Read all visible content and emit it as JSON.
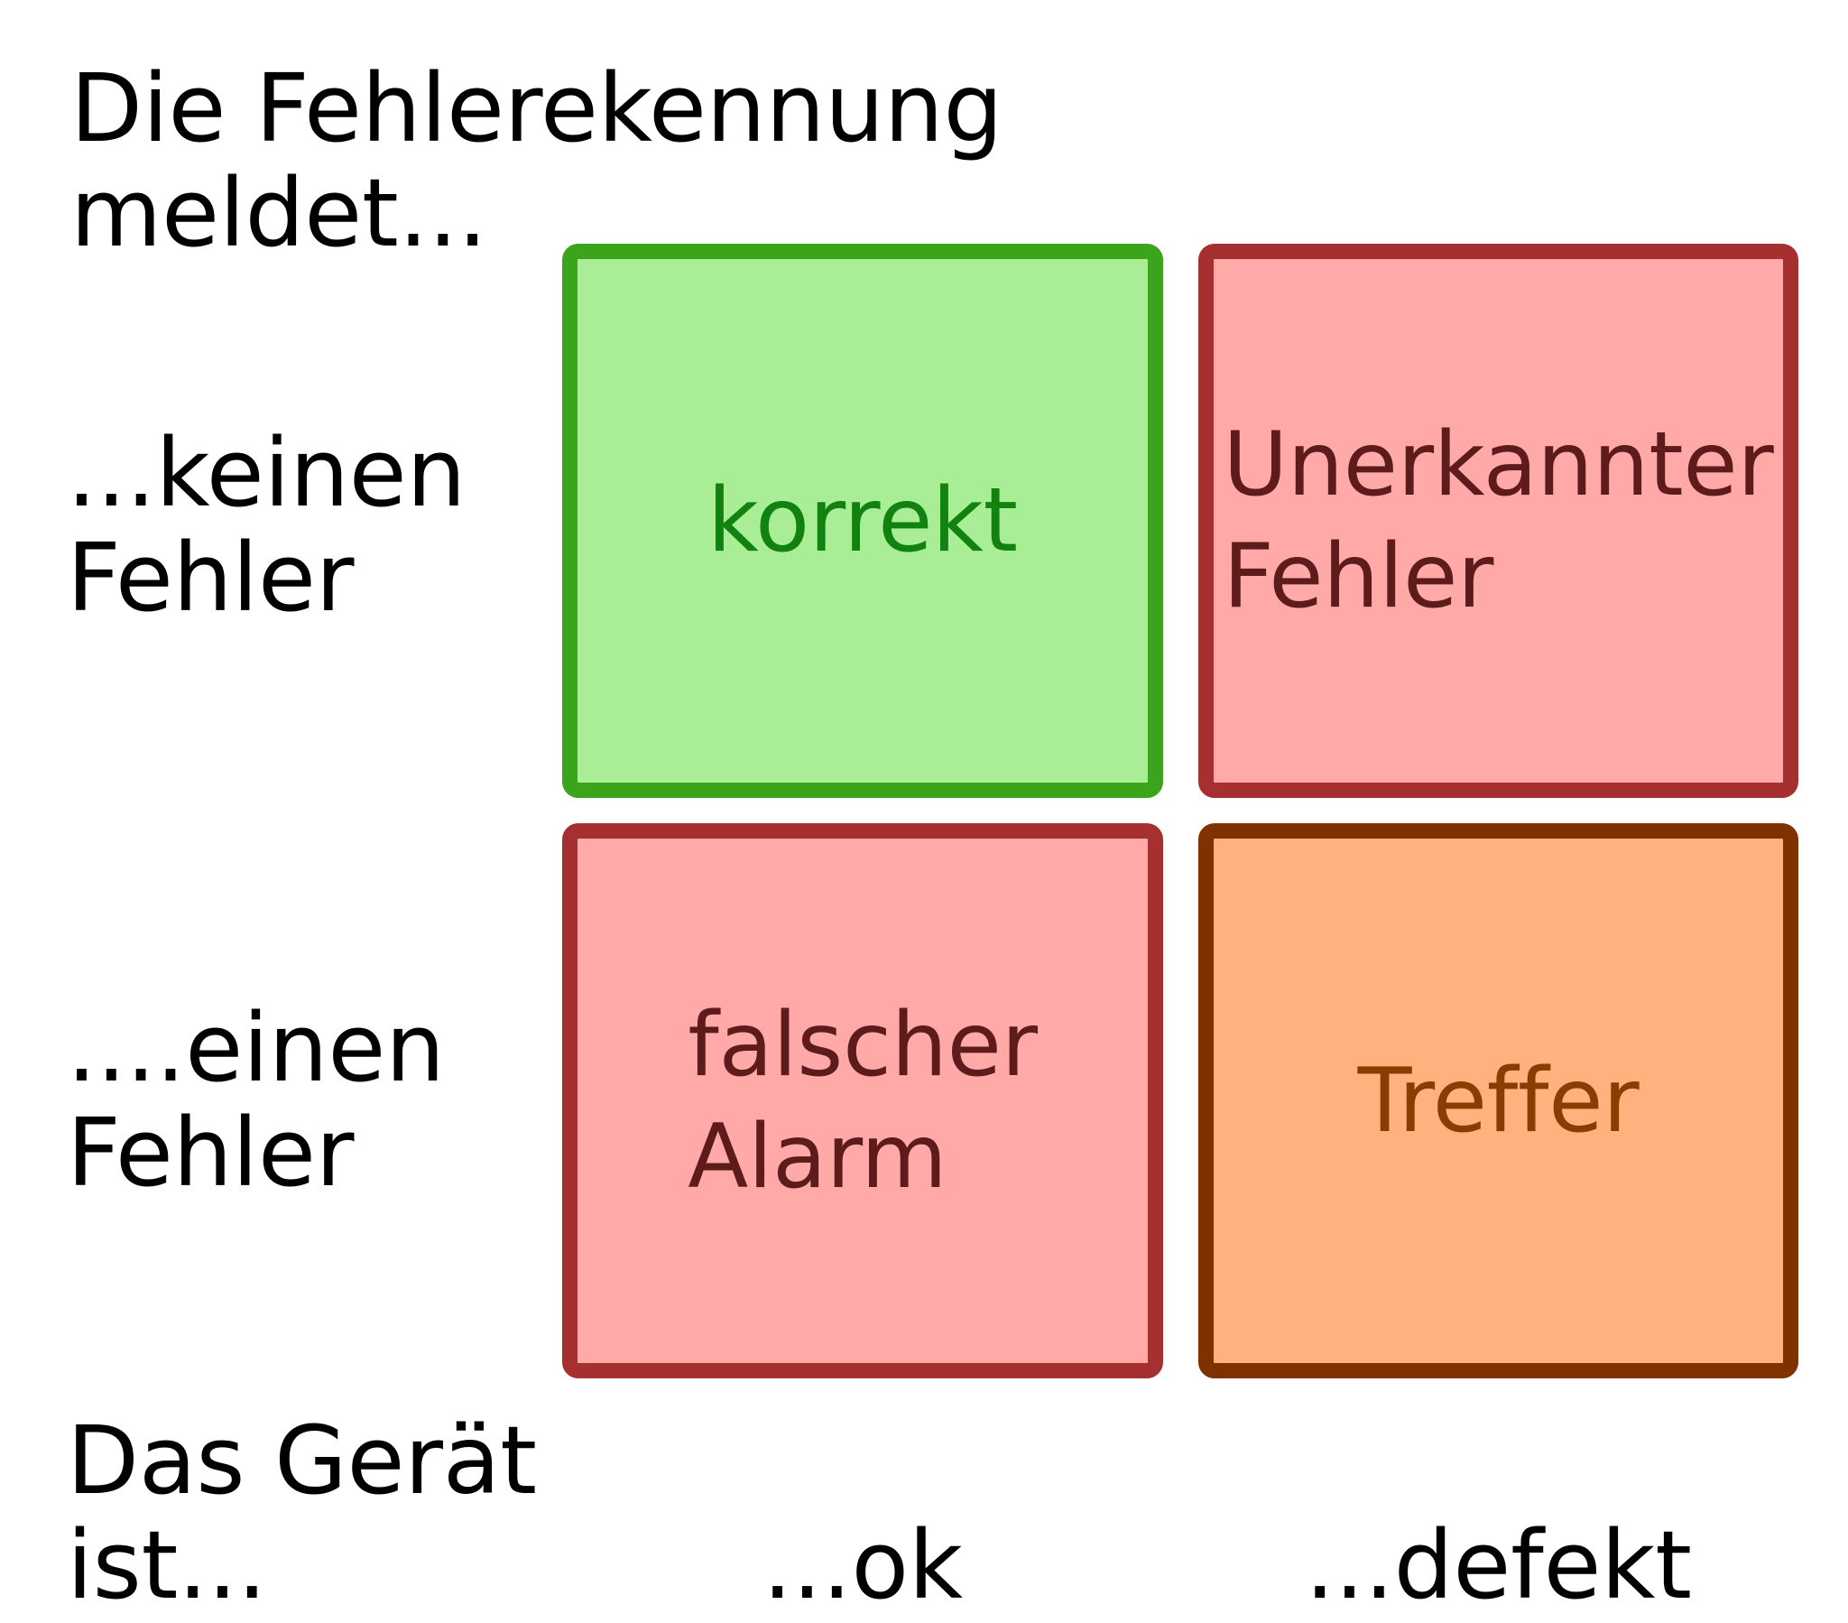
{
  "title": "Die Fehlerekennung\nmeldet...",
  "axis": {
    "row_label_no_error": "...keinen\nFehler",
    "row_label_an_error": "....einen\nFehler",
    "device_label": "Das Gerät\nist...",
    "col_label_ok": "...ok",
    "col_label_defekt": "...defekt"
  },
  "cells": [
    {
      "name": "korrekt",
      "label": "korrekt",
      "fill": "#a9ee97",
      "border": "#3ca41a",
      "text_color": "#118210"
    },
    {
      "name": "unerkannter-fehler",
      "label": "Unerkannter\nFehler",
      "fill": "#ffa9a9",
      "border": "#a63030",
      "text_color": "#5e1b1b"
    },
    {
      "name": "falscher-alarm",
      "label": "falscher\nAlarm",
      "fill": "#ffa9a9",
      "border": "#a63030",
      "text_color": "#5e1b1b"
    },
    {
      "name": "treffer",
      "label": "Treffer",
      "fill": "#ffb27d",
      "border": "#7d3200",
      "text_color": "#8a3d00"
    }
  ],
  "background_color": "#ffffff"
}
